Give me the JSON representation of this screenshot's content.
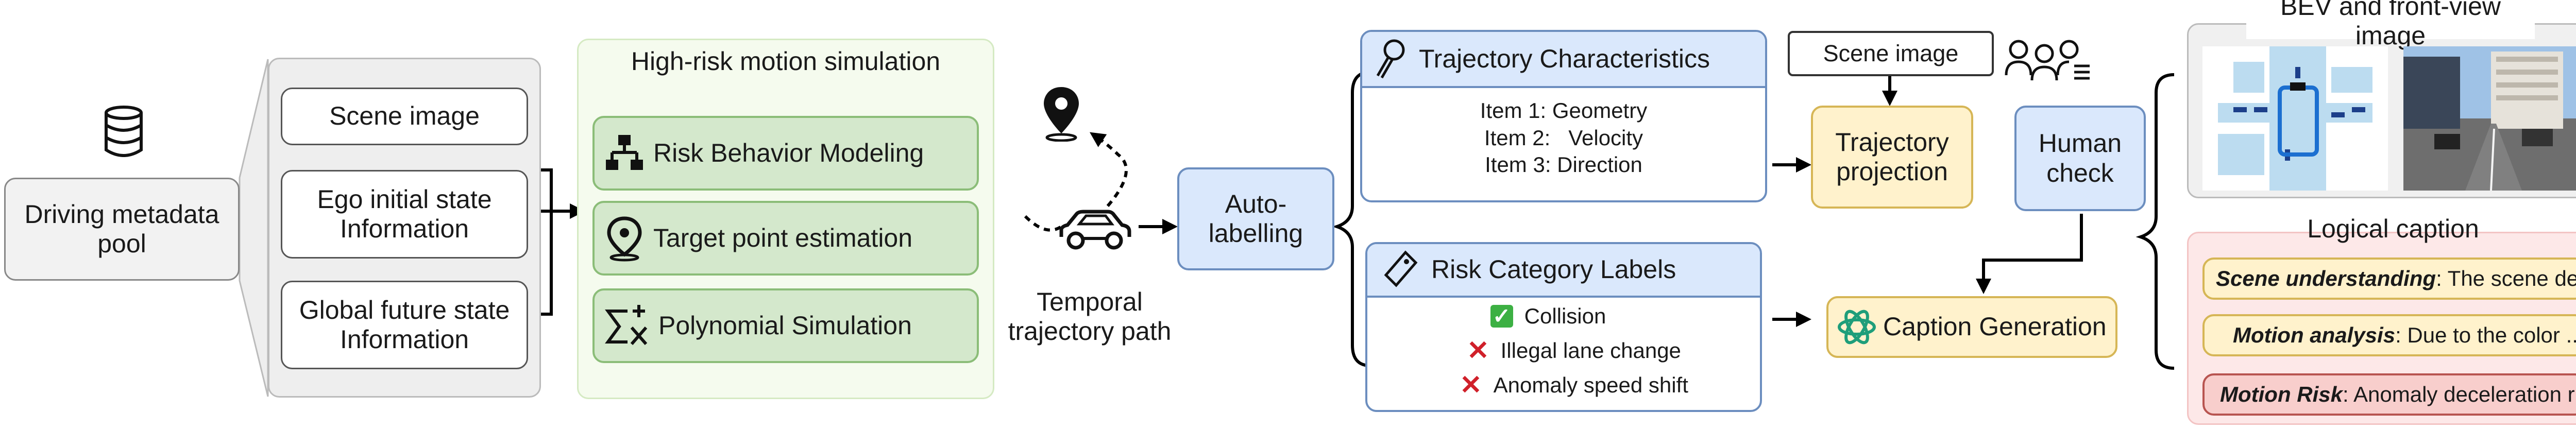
{
  "pool": {
    "label": "Driving metadata pool",
    "icon": "database-icon"
  },
  "inputs": [
    {
      "label": "Scene image"
    },
    {
      "label": "Ego initial state Information"
    },
    {
      "label": "Global future state Information"
    }
  ],
  "simulation": {
    "title": "High-risk motion simulation",
    "items": [
      {
        "label": "Risk Behavior Modeling",
        "icon": "hierarchy-icon"
      },
      {
        "label": "Target point estimation",
        "icon": "map-pin-icon"
      },
      {
        "label": "Polynomial Simulation",
        "icon": "summation-icon"
      }
    ]
  },
  "temporal": {
    "label": "Temporal trajectory path",
    "icons": [
      "location-pin-icon",
      "car-icon"
    ]
  },
  "autolabel": {
    "label": "Auto-labelling"
  },
  "characteristics": {
    "title": "Trajectory Characteristics",
    "items": [
      "Item 1: Geometry",
      "Item 2:   Velocity",
      "Item 3: Direction"
    ]
  },
  "risk": {
    "title": "Risk Category Labels",
    "items": [
      {
        "label": "Collision",
        "mark": "✅"
      },
      {
        "label": "Illegal lane change",
        "mark": "❌"
      },
      {
        "label": "Anomaly speed shift",
        "mark": "❌"
      }
    ]
  },
  "scene_image": {
    "label": "Scene image"
  },
  "projection": {
    "label": "Trajectory projection"
  },
  "human": {
    "label": "Human check",
    "icon": "people-icon"
  },
  "caption_gen": {
    "label": "Caption Generation",
    "icon": "openai-icon"
  },
  "bev": {
    "title": "BEV and front-view image"
  },
  "logical": {
    "title": "Logical caption",
    "rows": [
      {
        "key": "Scene understanding",
        "text": ": The scene depicts ....."
      },
      {
        "key": "Motion analysis",
        "text": ": Due to the color ......"
      },
      {
        "key": "Motion Risk",
        "text": ": Anomaly deceleration risk!"
      }
    ]
  },
  "colors": {
    "green_fill": "#d4e8cc",
    "green_border": "#8bbd78",
    "blue_fill": "#dae8fc",
    "blue_border": "#6c8ebf",
    "yellow_fill": "#fff2cc",
    "yellow_border": "#d6b656",
    "red_fill": "#f8cecc",
    "red_border": "#b85450"
  }
}
